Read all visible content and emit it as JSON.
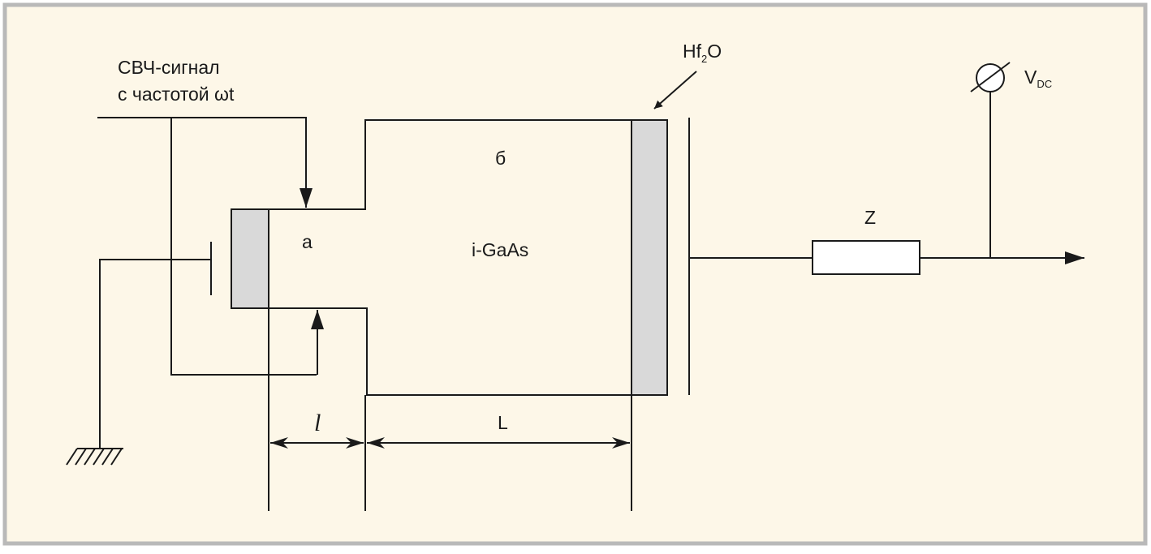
{
  "diagram": {
    "colors": {
      "background": "#fdf7e8",
      "frame_border": "#b9b9b9",
      "dielectric_fill": "#d9d9d9",
      "line": "#1a1a1a"
    },
    "labels": {
      "signal_line1": "СВЧ-сигнал",
      "signal_line2": "с частотой ωt",
      "oxide_main": "Hf",
      "oxide_sub": "2",
      "oxide_end": "O",
      "voltage_main": "V",
      "voltage_sub": "DC",
      "region_a": "а",
      "region_b": "б",
      "material": "i-GaAs",
      "impedance": "Z",
      "length_small": "l",
      "length_big": "L"
    },
    "icons": [
      "ground-icon",
      "voltmeter-icon",
      "arrow-icon"
    ]
  }
}
